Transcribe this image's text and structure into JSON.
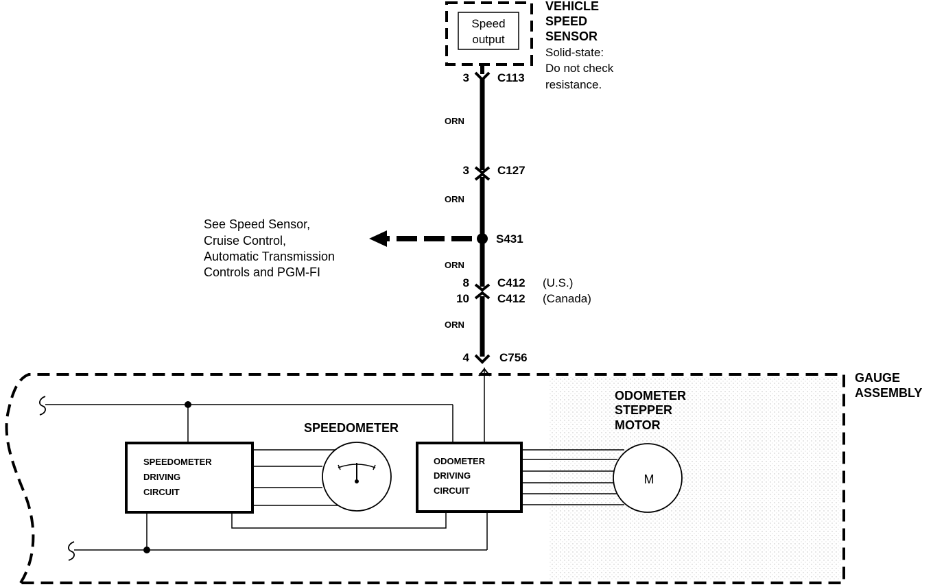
{
  "sensor": {
    "box_line1": "Speed",
    "box_line2": "output",
    "title_line1": "VEHICLE",
    "title_line2": "SPEED",
    "title_line3": "SENSOR",
    "note_line1": "Solid-state:",
    "note_line2": "Do not check",
    "note_line3": "resistance."
  },
  "connectors": {
    "c113": {
      "pin": "3",
      "name": "C113"
    },
    "c127": {
      "pin": "3",
      "name": "C127"
    },
    "c412_us": {
      "pin": "8",
      "name": "C412",
      "note": "(U.S.)"
    },
    "c412_ca": {
      "pin": "10",
      "name": "C412",
      "note": "(Canada)"
    },
    "c756": {
      "pin": "4",
      "name": "C756"
    }
  },
  "splice": {
    "name": "S431"
  },
  "wire_colors": {
    "w1": "ORN",
    "w2": "ORN",
    "w3": "ORN",
    "w4": "ORN"
  },
  "see_note": {
    "line1": "See Speed Sensor,",
    "line2": "Cruise Control,",
    "line3": "Automatic Transmission",
    "line4": "Controls and PGM-FI"
  },
  "gauge": {
    "title_line1": "GAUGE",
    "title_line2": "ASSEMBLY",
    "speedometer_label": "SPEEDOMETER",
    "speedo_circuit_line1": "SPEEDOMETER",
    "speedo_circuit_line2": "DRIVING",
    "speedo_circuit_line3": "CIRCUIT",
    "odo_circuit_line1": "ODOMETER",
    "odo_circuit_line2": "DRIVING",
    "odo_circuit_line3": "CIRCUIT",
    "motor_line1": "ODOMETER",
    "motor_line2": "STEPPER",
    "motor_line3": "MOTOR",
    "motor_symbol": "M"
  }
}
